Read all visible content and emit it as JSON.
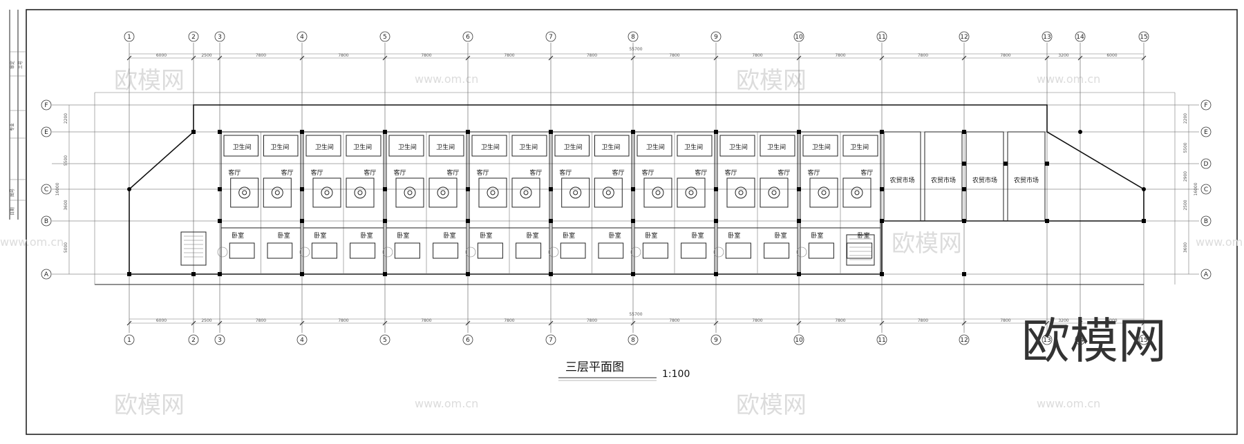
{
  "title": "三层平面图",
  "scale": "1:100",
  "watermark": {
    "brand": "欧模网",
    "url": "www.om.cn"
  },
  "total_dimension": "55700",
  "top_axis_labels": [
    "1",
    "2",
    "3",
    "4",
    "5",
    "6",
    "7",
    "8",
    "9",
    "10",
    "11",
    "12",
    "13",
    "14",
    "15"
  ],
  "side_axis_labels": [
    "F",
    "E",
    "D",
    "C",
    "B",
    "A"
  ],
  "left_axis_labels": [
    "F",
    "E",
    "C",
    "B",
    "A"
  ],
  "bay_dimensions": [
    "6000",
    "2500",
    "7800",
    "7800",
    "7800",
    "7800",
    "7800",
    "7800",
    "7800",
    "7800",
    "7800",
    "7800",
    "3200",
    "6000"
  ],
  "side_dimensions": [
    "2200",
    "5500",
    "2900",
    "2500",
    "3600",
    "5000"
  ],
  "left_total_dimension": "16000",
  "rooms": {
    "bathroom": "卫生间",
    "living": "客厅",
    "bedroom": "卧室",
    "market": "农贸市场"
  },
  "title_block": [
    "审定",
    "工号",
    "专业",
    "图号",
    "日期"
  ],
  "colors": {
    "ink": "#111111",
    "watermark": "#dcdcdc"
  }
}
